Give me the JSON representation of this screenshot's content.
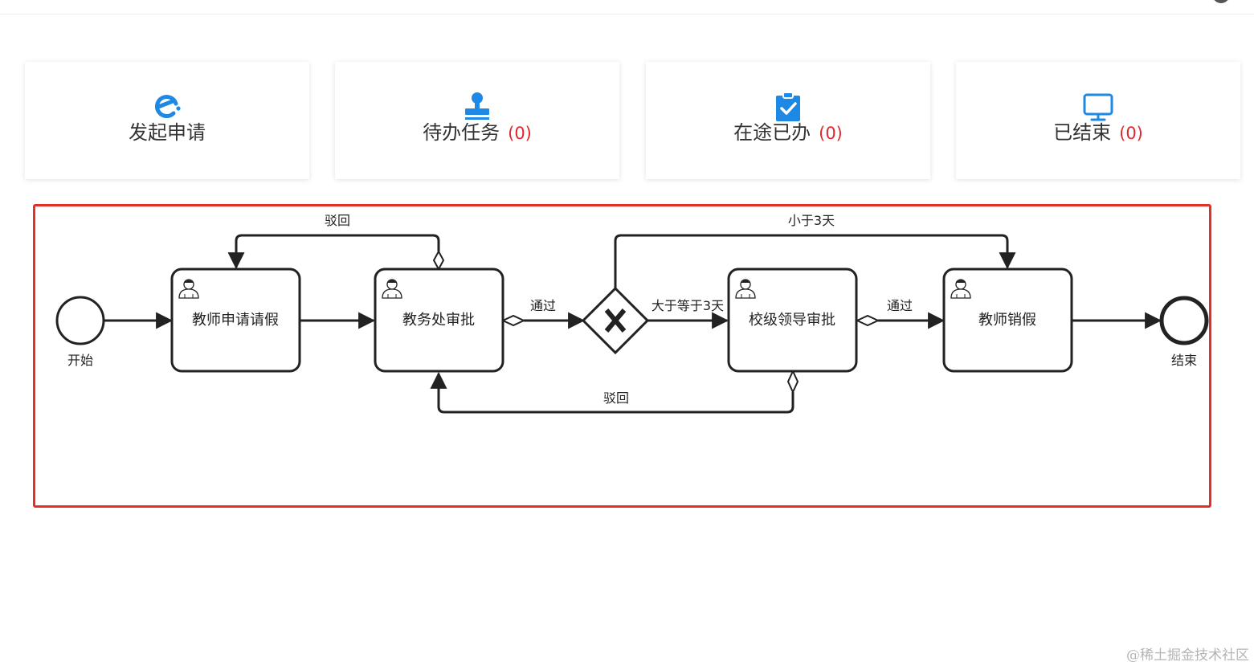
{
  "cards": [
    {
      "label": "发起申请",
      "count": "",
      "icon": "apply-icon"
    },
    {
      "label": "待办任务",
      "count": "(0)",
      "icon": "stamp-icon"
    },
    {
      "label": "在途已办",
      "count": "(0)",
      "icon": "clipboard-check-icon"
    },
    {
      "label": "已结束",
      "count": "(0)",
      "icon": "monitor-icon"
    }
  ],
  "diagram": {
    "start_label": "开始",
    "end_label": "结束",
    "tasks": [
      "教师申请请假",
      "教务处审批",
      "校级领导审批",
      "教师销假"
    ],
    "flows": {
      "reject_top": "驳回",
      "pass_1": "通过",
      "less_than_3": "小于3天",
      "gte_3": "大于等于3天",
      "pass_2": "通过",
      "reject_bottom": "驳回"
    }
  },
  "colors": {
    "accent": "#1e88e5",
    "count": "#e0282e",
    "frame": "#e4302b"
  },
  "watermark": "@稀土掘金技术社区"
}
